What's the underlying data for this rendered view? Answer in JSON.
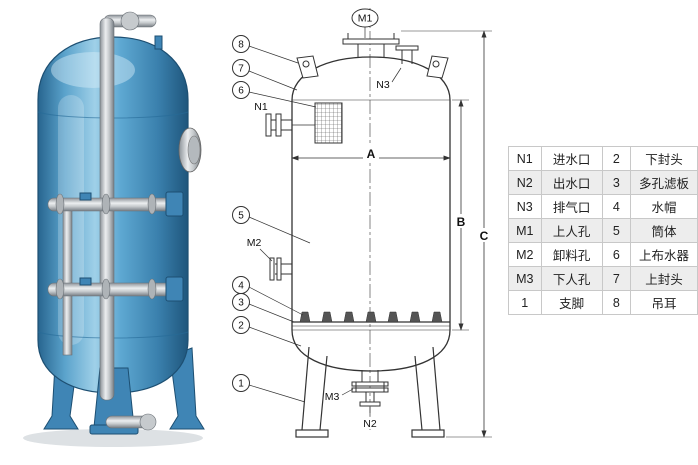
{
  "colors": {
    "vessel_blue": "#3f85b5",
    "vessel_blue_dark": "#1d4f72",
    "pipe_silver": "#c9ccd0",
    "line": "#333333",
    "table_border": "#c8c8c8",
    "row_alt": "#ededed"
  },
  "diagram": {
    "callouts": [
      "1",
      "2",
      "3",
      "4",
      "5",
      "6",
      "7",
      "8"
    ],
    "nozzles": {
      "n1": "N1",
      "n2": "N2",
      "n3": "N3",
      "m1": "M1",
      "m2": "M2",
      "m3": "M3"
    },
    "dims": {
      "a": "A",
      "b": "B",
      "c": "C"
    }
  },
  "table": {
    "rows": [
      [
        "N1",
        "进水口",
        "2",
        "下封头"
      ],
      [
        "N2",
        "出水口",
        "3",
        "多孔滤板"
      ],
      [
        "N3",
        "排气口",
        "4",
        "水帽"
      ],
      [
        "M1",
        "上人孔",
        "5",
        "筒体"
      ],
      [
        "M2",
        "卸料孔",
        "6",
        "上布水器"
      ],
      [
        "M3",
        "下人孔",
        "7",
        "上封头"
      ],
      [
        "1",
        "支脚",
        "8",
        "吊耳"
      ]
    ]
  }
}
